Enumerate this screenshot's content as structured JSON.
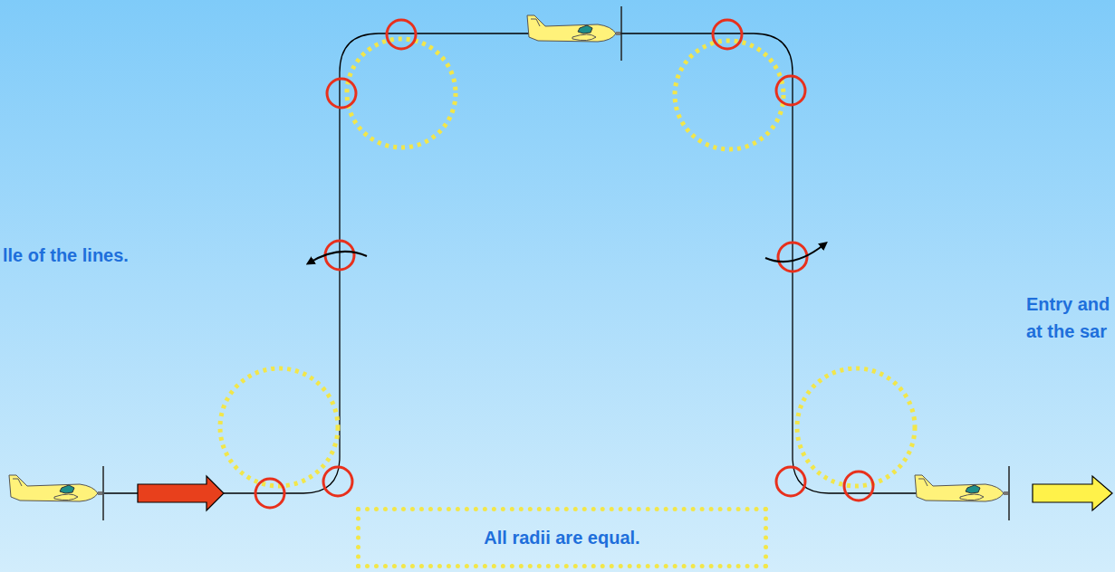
{
  "diagram": {
    "nodes": [
      {
        "text": [
          "All radii are equal."
        ]
      }
    ],
    "labels": [
      "lle of the lines.",
      "Entry and",
      "at the sar"
    ]
  }
}
